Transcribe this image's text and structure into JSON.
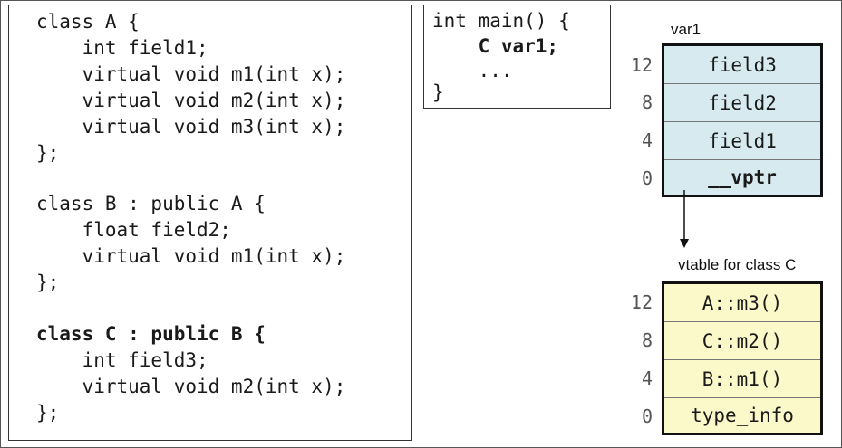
{
  "classes_code": {
    "lines": [
      {
        "text": "class A {",
        "bold": false
      },
      {
        "text": "    int field1;",
        "bold": false
      },
      {
        "text": "    virtual void m1(int x);",
        "bold": false
      },
      {
        "text": "    virtual void m2(int x);",
        "bold": false
      },
      {
        "text": "    virtual void m3(int x);",
        "bold": false
      },
      {
        "text": "};",
        "bold": false
      },
      {
        "text": "",
        "bold": false
      },
      {
        "text": "class B : public A {",
        "bold": false
      },
      {
        "text": "    float field2;",
        "bold": false
      },
      {
        "text": "    virtual void m1(int x);",
        "bold": false
      },
      {
        "text": "};",
        "bold": false
      },
      {
        "text": "",
        "bold": false
      },
      {
        "text": "class C : public B {",
        "bold": true
      },
      {
        "text": "    int field3;",
        "bold": false
      },
      {
        "text": "    virtual void m2(int x);",
        "bold": false
      },
      {
        "text": "};",
        "bold": false
      }
    ]
  },
  "main_code": {
    "lines": [
      {
        "text": "int main() {",
        "bold": false
      },
      {
        "text": "    C var1;",
        "bold": true
      },
      {
        "text": "    ...",
        "bold": false
      },
      {
        "text": "}",
        "bold": false
      }
    ]
  },
  "var1_layout": {
    "label": "var1",
    "fill_color": "#d6eaef",
    "rows": [
      {
        "offset": "12",
        "field": "field3",
        "bold": false
      },
      {
        "offset": "8",
        "field": "field2",
        "bold": false
      },
      {
        "offset": "4",
        "field": "field1",
        "bold": false
      },
      {
        "offset": "0",
        "field": "__vptr",
        "bold": true
      }
    ]
  },
  "vtable_layout": {
    "label": "vtable for class C",
    "fill_color": "#fbf8c9",
    "rows": [
      {
        "offset": "12",
        "entry": "A::m3()"
      },
      {
        "offset": "8",
        "entry": "C::m2()"
      },
      {
        "offset": "4",
        "entry": "B::m1()"
      },
      {
        "offset": "0",
        "entry": "type_info"
      }
    ]
  }
}
